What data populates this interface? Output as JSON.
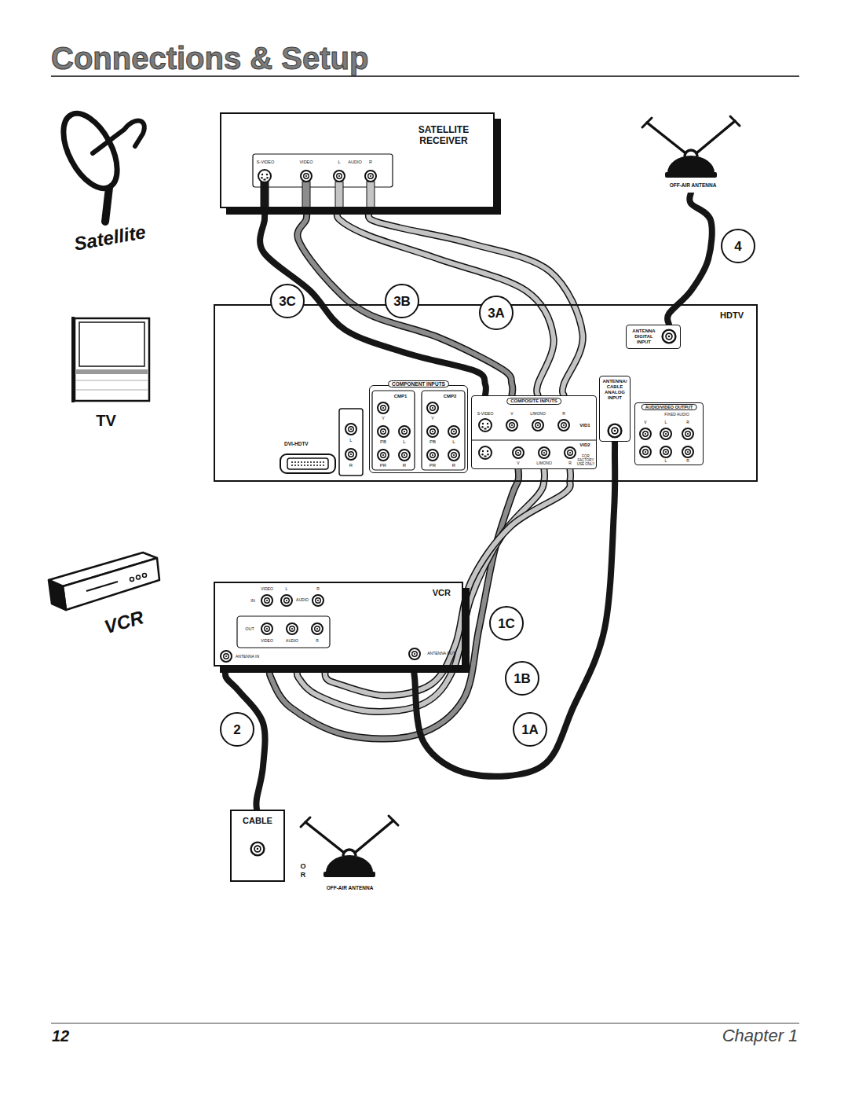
{
  "diagram": {
    "title": "Connections & Setup",
    "nodes": [
      {
        "text": [
          "SATELLITE RECEIVER"
        ]
      },
      {
        "text": [
          "OFF-AIR ANTENNA"
        ]
      },
      {
        "text": [
          "HDTV"
        ]
      },
      {
        "text": [
          "ANTENNA DIGITAL INPUT"
        ],
        "in": 2
      },
      {
        "text": [
          "DVI-HDTV"
        ],
        "in": 2
      },
      {
        "text": [
          "COMPONENT INPUTS"
        ],
        "in": 2
      },
      {
        "text": [
          "COMPOSITE INPUTS"
        ],
        "in": 2
      },
      {
        "text": [
          "ANTENNA/ CABLE ANALOG INPUT"
        ],
        "in": 2
      },
      {
        "text": [
          "AUDIO/VIDEO OUTPUT"
        ],
        "in": 2
      },
      {
        "text": [
          "VCR"
        ]
      },
      {
        "text": [
          "CABLE"
        ]
      },
      {
        "text": [
          "OFF-AIR ANTENNA"
        ]
      }
    ],
    "edges": [
      {
        "from": 0,
        "to": 6,
        "arrow": "none"
      },
      {
        "from": 0,
        "to": 6,
        "arrow": "none"
      },
      {
        "from": 0,
        "to": 6,
        "arrow": "none"
      },
      {
        "from": 0,
        "to": 6,
        "arrow": "none"
      },
      {
        "from": 1,
        "to": 3,
        "arrow": "none"
      },
      {
        "from": 9,
        "to": 6,
        "arrow": "none"
      },
      {
        "from": 9,
        "to": 6,
        "arrow": "none"
      },
      {
        "from": 9,
        "to": 6,
        "arrow": "none"
      },
      {
        "from": 9,
        "to": 7,
        "arrow": "none"
      },
      {
        "from": 10,
        "to": 9,
        "arrow": "none"
      }
    ],
    "labels": [
      "S-VIDEO",
      "VIDEO",
      "L",
      "AUDIO",
      "R",
      "Satellite",
      "4",
      "3C",
      "3B",
      "3A",
      "TV",
      "CMP1",
      "Y",
      "PB",
      "L",
      "PR",
      "R",
      "CMP2",
      "Y",
      "PB",
      "L",
      "PR",
      "R",
      "L",
      "R",
      "S-VIDEO",
      "V",
      "L/MONO",
      "R",
      "VID1",
      "V",
      "L/MONO",
      "R",
      "VID2",
      "FOR FACTORY USE ONLY",
      "FIXED AUDIO",
      "V",
      "L",
      "R",
      "L",
      "R",
      "VCR",
      "VIDEO",
      "L",
      "R",
      "IN",
      "AUDIO",
      "OUT",
      "VIDEO",
      "AUDIO",
      "R",
      "ANTENNA IN",
      "ANTENNA OUT",
      "1C",
      "1B",
      "2",
      "1A",
      "O R",
      "12",
      "Chapter 1"
    ]
  }
}
